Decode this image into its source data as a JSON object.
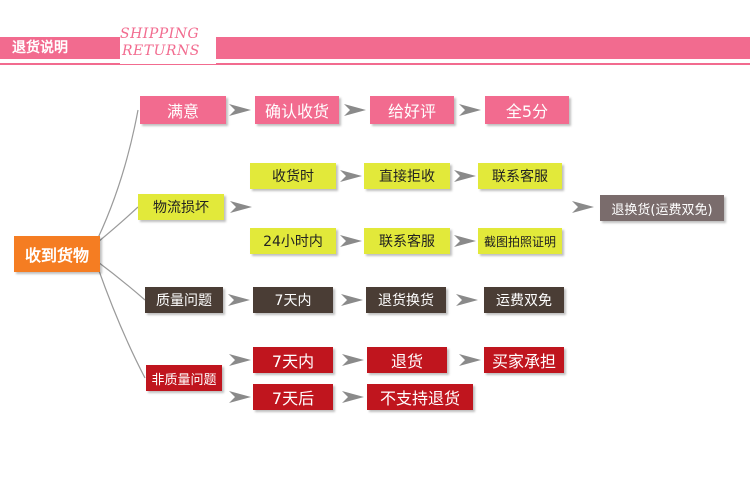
{
  "header": {
    "title": "退货说明",
    "en_line1": "SHIPPING",
    "en_line2": "RETURNS"
  },
  "root": "收到货物",
  "branches": {
    "satisfied": {
      "label": "满意",
      "steps": [
        "确认收货",
        "给好评",
        "全5分"
      ]
    },
    "logistics": {
      "label": "物流损坏",
      "row1": [
        "收货时",
        "直接拒收",
        "联系客服"
      ],
      "row2": [
        "24小时内",
        "联系客服",
        "截图拍照证明"
      ],
      "result": "退换货(运费双免)"
    },
    "quality": {
      "label": "质量问题",
      "steps": [
        "7天内",
        "退货换货",
        "运费双免"
      ]
    },
    "non_quality": {
      "label": "非质量问题",
      "row1": [
        "7天内",
        "退货",
        "买家承担"
      ],
      "row2": [
        "7天后",
        "不支持退货"
      ]
    }
  },
  "colors": {
    "pink": "#f26b8f",
    "yellow": "#e2e93a",
    "dark": "#4a3d35",
    "red": "#c0151e",
    "gray": "#7a6c6c",
    "orange": "#f57d22"
  }
}
